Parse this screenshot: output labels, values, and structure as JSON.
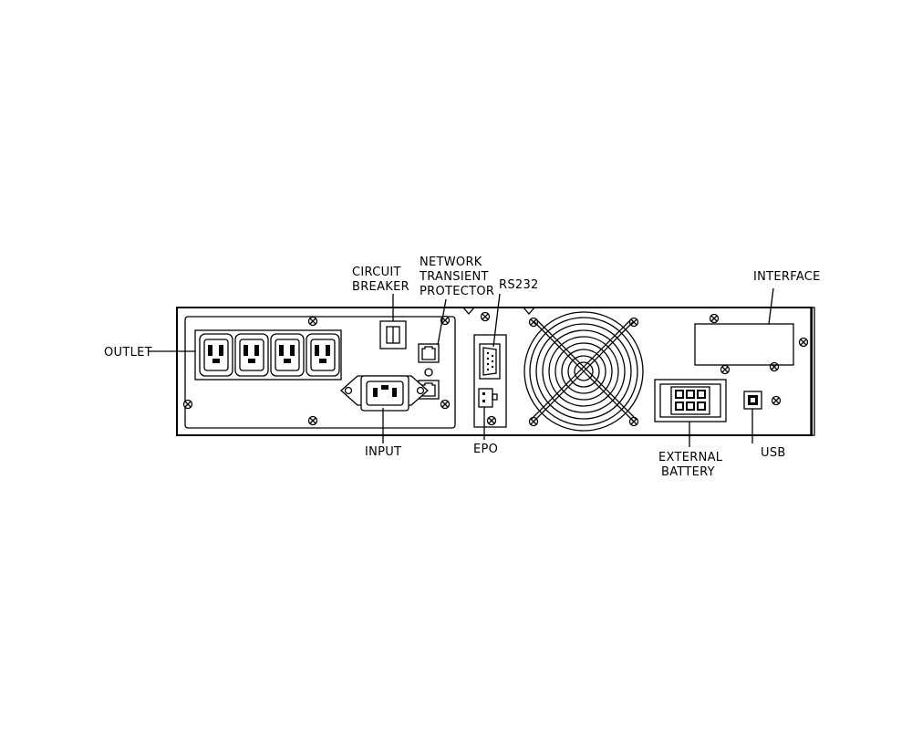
{
  "labels": {
    "circuit_breaker": [
      "CIRCUIT",
      "BREAKER"
    ],
    "network_protector": [
      "NETWORK",
      "TRANSIENT",
      "PROTECTOR"
    ],
    "rs232": "RS232",
    "interface": "INTERFACE",
    "outlet": "OUTLET",
    "input": "INPUT",
    "epo": "EPO",
    "external_battery": [
      "EXTERNAL",
      "BATTERY"
    ],
    "usb": "USB"
  },
  "panel": {
    "outlet_count": 4,
    "rj45_ports": 2
  }
}
